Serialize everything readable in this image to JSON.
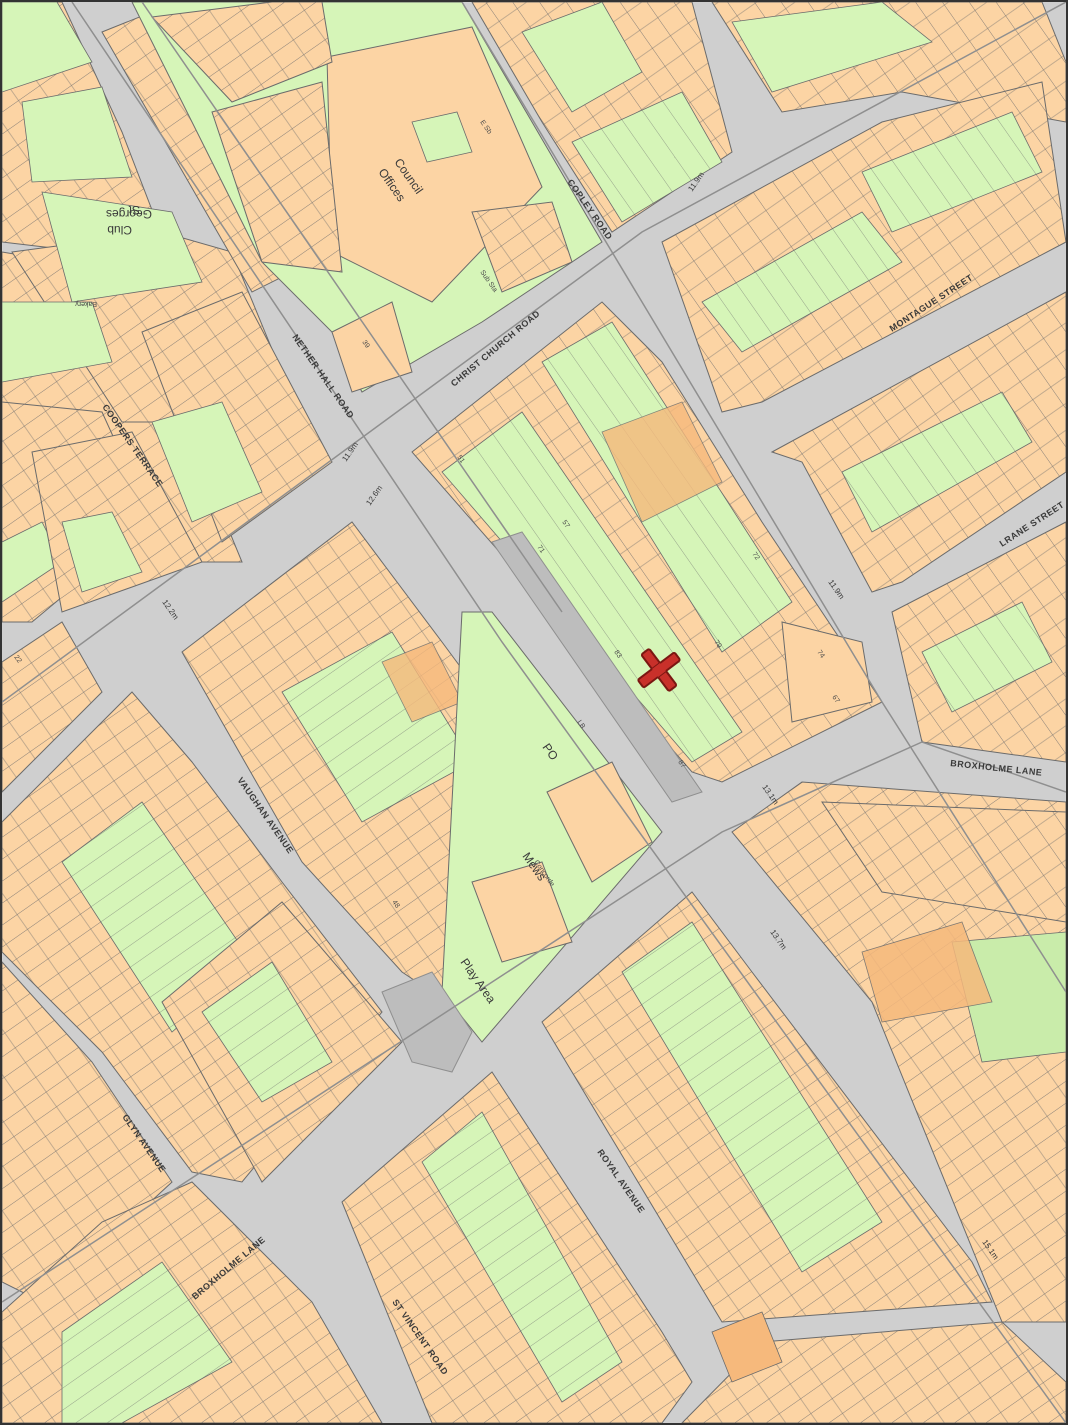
{
  "map": {
    "colors": {
      "road": "#cfcfcf",
      "road_edge": "#8f8f8f",
      "land": "#d6f5b8",
      "garden": "#c9ecaa",
      "building": "#fcd4a4",
      "building_dark": "#f6b97c",
      "outline": "#6b6b6b",
      "marker_fill": "#c8302a",
      "marker_stroke": "#7a1712"
    },
    "marker": {
      "icon": "cross-marker-icon",
      "label": "Site location"
    },
    "roads": [
      {
        "id": "nether-hall-road",
        "label": "NETHER HALL ROAD"
      },
      {
        "id": "christ-church-road",
        "label": "CHRIST CHURCH ROAD"
      },
      {
        "id": "copley-road",
        "label": "COPLEY ROAD"
      },
      {
        "id": "montague-street",
        "label": "MONTAGUE STREET"
      },
      {
        "id": "coopers-terrace",
        "label": "COOPERS TERRACE"
      },
      {
        "id": "broxholme-lane-east",
        "label": "BROXHOLME LANE"
      },
      {
        "id": "broxholme-lane-west",
        "label": "BROXHOLME LANE"
      },
      {
        "id": "vaughan-avenue",
        "label": "VAUGHAN AVENUE"
      },
      {
        "id": "glyn-avenue",
        "label": "GLYN AVENUE"
      },
      {
        "id": "royal-avenue",
        "label": "ROYAL AVENUE"
      },
      {
        "id": "st-vincent-road",
        "label": "ST VINCENT ROAD"
      },
      {
        "id": "thrane-street",
        "label": "LRANE STREET"
      }
    ],
    "places": {
      "council_offices_1": "Council",
      "council_offices_2": "Offices",
      "st_georges_1": "St",
      "st_georges_2": "Georges",
      "st_georges_3": "Club",
      "bakery": "Bakery",
      "concorde_1": "Concorde",
      "concorde_2": "Mews",
      "play_area": "Play Area",
      "po": "PO",
      "lb": "LB",
      "es": "E Sb",
      "substa": "Sub Sta"
    },
    "benchmarks": [
      {
        "id": "bm-1",
        "label": "11.9m"
      },
      {
        "id": "bm-2",
        "label": "11.9m"
      },
      {
        "id": "bm-3",
        "label": "12.6m"
      },
      {
        "id": "bm-4",
        "label": "11.9m"
      },
      {
        "id": "bm-5",
        "label": "12.2m"
      },
      {
        "id": "bm-6",
        "label": "13.1m"
      },
      {
        "id": "bm-7",
        "label": "13.7m"
      },
      {
        "id": "bm-8",
        "label": "15.1m"
      }
    ],
    "house_numbers": {
      "n1": "51",
      "n2": "57",
      "n3": "71",
      "n4": "83",
      "n5": "87",
      "n6": "72",
      "n7": "74",
      "n8": "67",
      "n9": "39",
      "n10": "22",
      "n11": "48",
      "n12": "79"
    }
  }
}
